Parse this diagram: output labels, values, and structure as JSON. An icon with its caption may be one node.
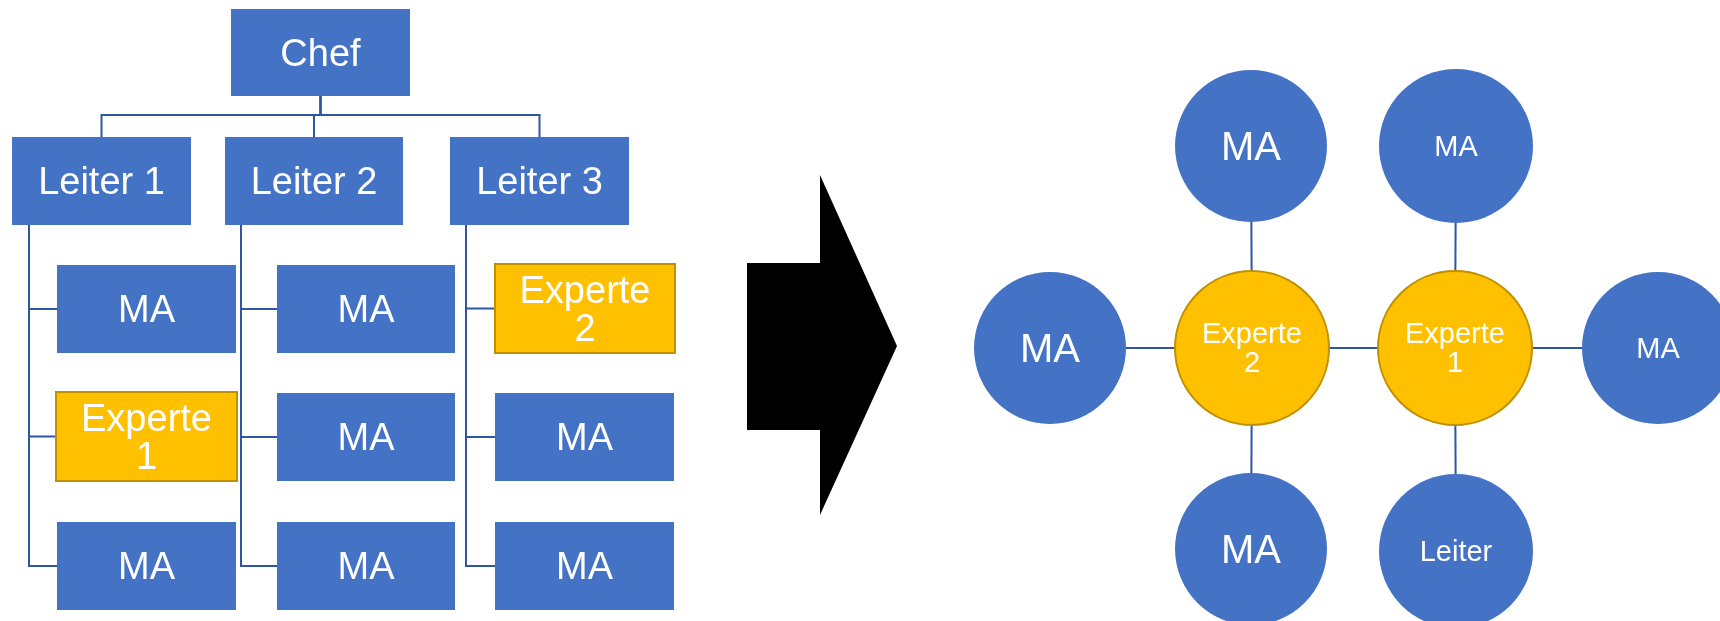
{
  "diagram": {
    "nodes": [
      {
        "text": [
          "Chef"
        ]
      },
      {
        "text": [
          "Leiter 1"
        ]
      },
      {
        "text": [
          "Leiter 2"
        ]
      },
      {
        "text": [
          "Leiter 3"
        ]
      },
      {
        "text": [
          "MA"
        ]
      },
      {
        "text": [
          "MA"
        ]
      },
      {
        "text": [
          "Experte 2"
        ]
      },
      {
        "text": [
          "Experte 1"
        ]
      },
      {
        "text": [
          "MA"
        ]
      },
      {
        "text": [
          "MA"
        ]
      },
      {
        "text": [
          "MA"
        ]
      },
      {
        "text": [
          "MA"
        ]
      },
      {
        "text": [
          "MA"
        ]
      },
      {
        "text": [
          "MA"
        ]
      },
      {
        "text": [
          "MA"
        ]
      },
      {
        "text": [
          "MA"
        ]
      },
      {
        "text": [
          "Experte 2"
        ]
      },
      {
        "text": [
          "Experte 1"
        ]
      },
      {
        "text": [
          "MA"
        ]
      },
      {
        "text": [
          "MA"
        ]
      },
      {
        "text": [
          "Leiter"
        ]
      }
    ],
    "edges": [
      {
        "from": 0,
        "to": 1,
        "arrow": "none"
      },
      {
        "from": 0,
        "to": 2,
        "arrow": "none"
      },
      {
        "from": 0,
        "to": 3,
        "arrow": "none"
      },
      {
        "from": 1,
        "to": 4,
        "arrow": "none"
      },
      {
        "from": 1,
        "to": 7,
        "arrow": "none"
      },
      {
        "from": 1,
        "to": 10,
        "arrow": "none"
      },
      {
        "from": 2,
        "to": 5,
        "arrow": "none"
      },
      {
        "from": 2,
        "to": 8,
        "arrow": "none"
      },
      {
        "from": 2,
        "to": 11,
        "arrow": "none"
      },
      {
        "from": 3,
        "to": 6,
        "arrow": "none"
      },
      {
        "from": 3,
        "to": 9,
        "arrow": "none"
      },
      {
        "from": 3,
        "to": 12,
        "arrow": "none"
      },
      {
        "from": 13,
        "to": 16,
        "arrow": "none"
      },
      {
        "from": 15,
        "to": 16,
        "arrow": "none"
      },
      {
        "from": 16,
        "to": 17,
        "arrow": "none"
      },
      {
        "from": 16,
        "to": 19,
        "arrow": "none"
      },
      {
        "from": 14,
        "to": 17,
        "arrow": "none"
      },
      {
        "from": 17,
        "to": 18,
        "arrow": "none"
      },
      {
        "from": 17,
        "to": 20,
        "arrow": "none"
      }
    ]
  }
}
